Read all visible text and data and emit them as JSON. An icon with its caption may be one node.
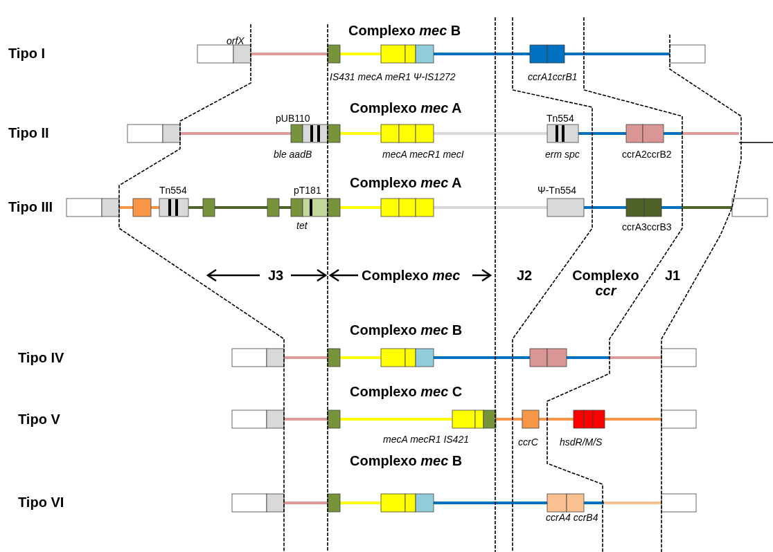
{
  "diagram": {
    "labels": [
      "orfX",
      "Complexo *mec* B",
      "Tipo I",
      "IS431 mecA meR1 Ψ-IS1272",
      "ccrA1ccrB1",
      "pUB110",
      "Complexo *mec* A",
      "Tn554",
      "Tipo II",
      "ble aadB",
      "mecA mecR1 mecI",
      "erm spc",
      "ccrA2ccrB2",
      "Tn554",
      "pT181",
      "Complexo *mec* A",
      "Ψ-Tn554",
      "Tipo III",
      "tet",
      "ccrA3ccrB3",
      "J3",
      "Complexo *mec*",
      "J2",
      "Complexo *ccr*",
      "J1",
      "Complexo *mec* B",
      "Tipo IV",
      "Complexo *mec* C",
      "Tipo V",
      "mecA mecR1 IS421",
      "ccrC",
      "hsdR/M/S",
      "Complexo *mec* B",
      "Tipo VI",
      "ccrA4 ccrB4"
    ]
  }
}
